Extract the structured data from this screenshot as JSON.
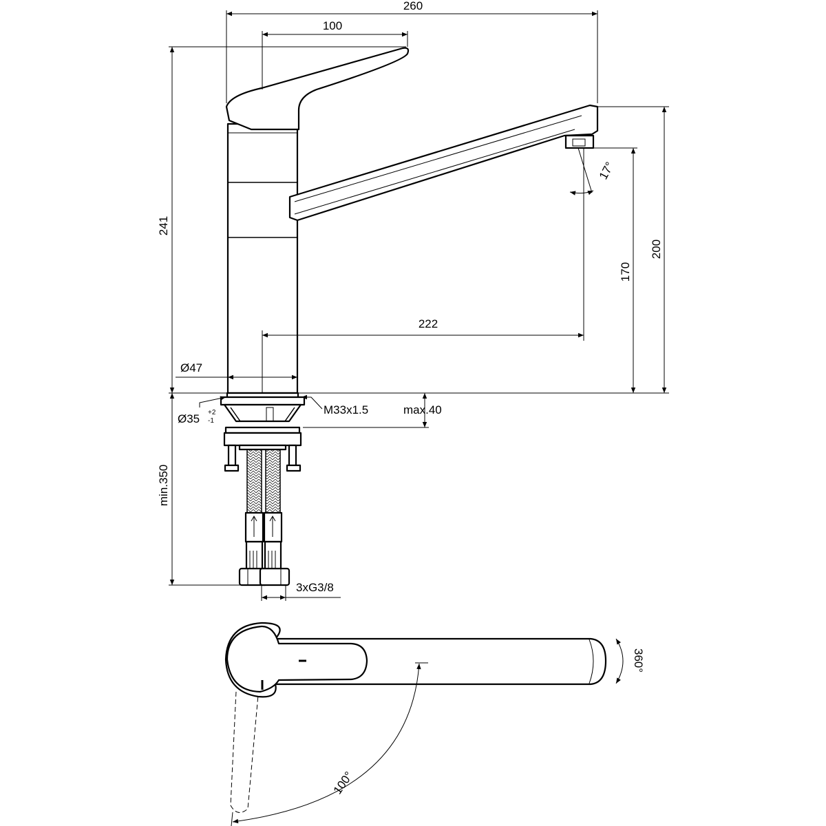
{
  "dimensions": {
    "overall_width": "260",
    "handle_reach": "100",
    "overall_height": "241",
    "spout_height": "200",
    "outlet_height": "170",
    "spout_reach": "222",
    "body_diameter": "Ø47",
    "hole_diameter": "Ø35",
    "hole_tol_plus": "+2",
    "hole_tol_minus": "-1",
    "thread": "M33x1.5",
    "max_deck": "max.40",
    "min_hose": "min.350",
    "connections": "3xG3/8",
    "aerator_angle": "17°",
    "swivel_angle": "360°",
    "lever_angle": "100°"
  },
  "colors": {
    "line": "#000000",
    "background": "#ffffff"
  }
}
